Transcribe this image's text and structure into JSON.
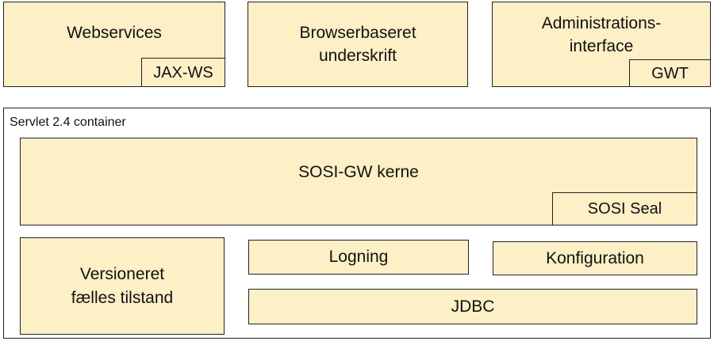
{
  "top_boxes": {
    "webservices": {
      "title": "Webservices",
      "tag": "JAX-WS"
    },
    "browser_signature": {
      "title_line1": "Browserbaseret",
      "title_line2": "underskrift"
    },
    "admin_interface": {
      "title_line1": "Administrations-",
      "title_line2": "interface",
      "tag": "GWT"
    }
  },
  "container": {
    "label": "Servlet 2.4 container",
    "core": {
      "title": "SOSI-GW kerne",
      "tag": "SOSI Seal"
    },
    "versioned_state": {
      "title_line1": "Versioneret",
      "title_line2": "fælles tilstand"
    },
    "logging": {
      "title": "Logning"
    },
    "configuration": {
      "title": "Konfiguration"
    },
    "jdbc": {
      "title": "JDBC"
    }
  },
  "colors": {
    "box_fill": "#fdefc6",
    "border": "#222222"
  }
}
